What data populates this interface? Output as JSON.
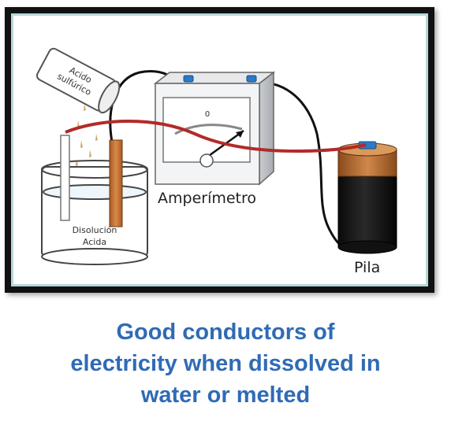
{
  "diagram": {
    "bottle_label_line1": "Acido",
    "bottle_label_line2": "sulfúrico",
    "beaker_label_line1": "Disolución",
    "beaker_label_line2": "Acida",
    "meter_scale_zero": "0",
    "meter_label": "Amperímetro",
    "battery_label": "Pila"
  },
  "caption": {
    "line1": "Good conductors of",
    "line2": "electricity when dissolved in",
    "line3": "water or melted"
  },
  "colors": {
    "caption_text": "#2f6bb5",
    "frame": "#111111",
    "inner_border": "#b6d8d9",
    "red_wire": "#b22a2a",
    "copper_electrode": "#c97a3a",
    "battery_cap": "#c47a3c"
  }
}
